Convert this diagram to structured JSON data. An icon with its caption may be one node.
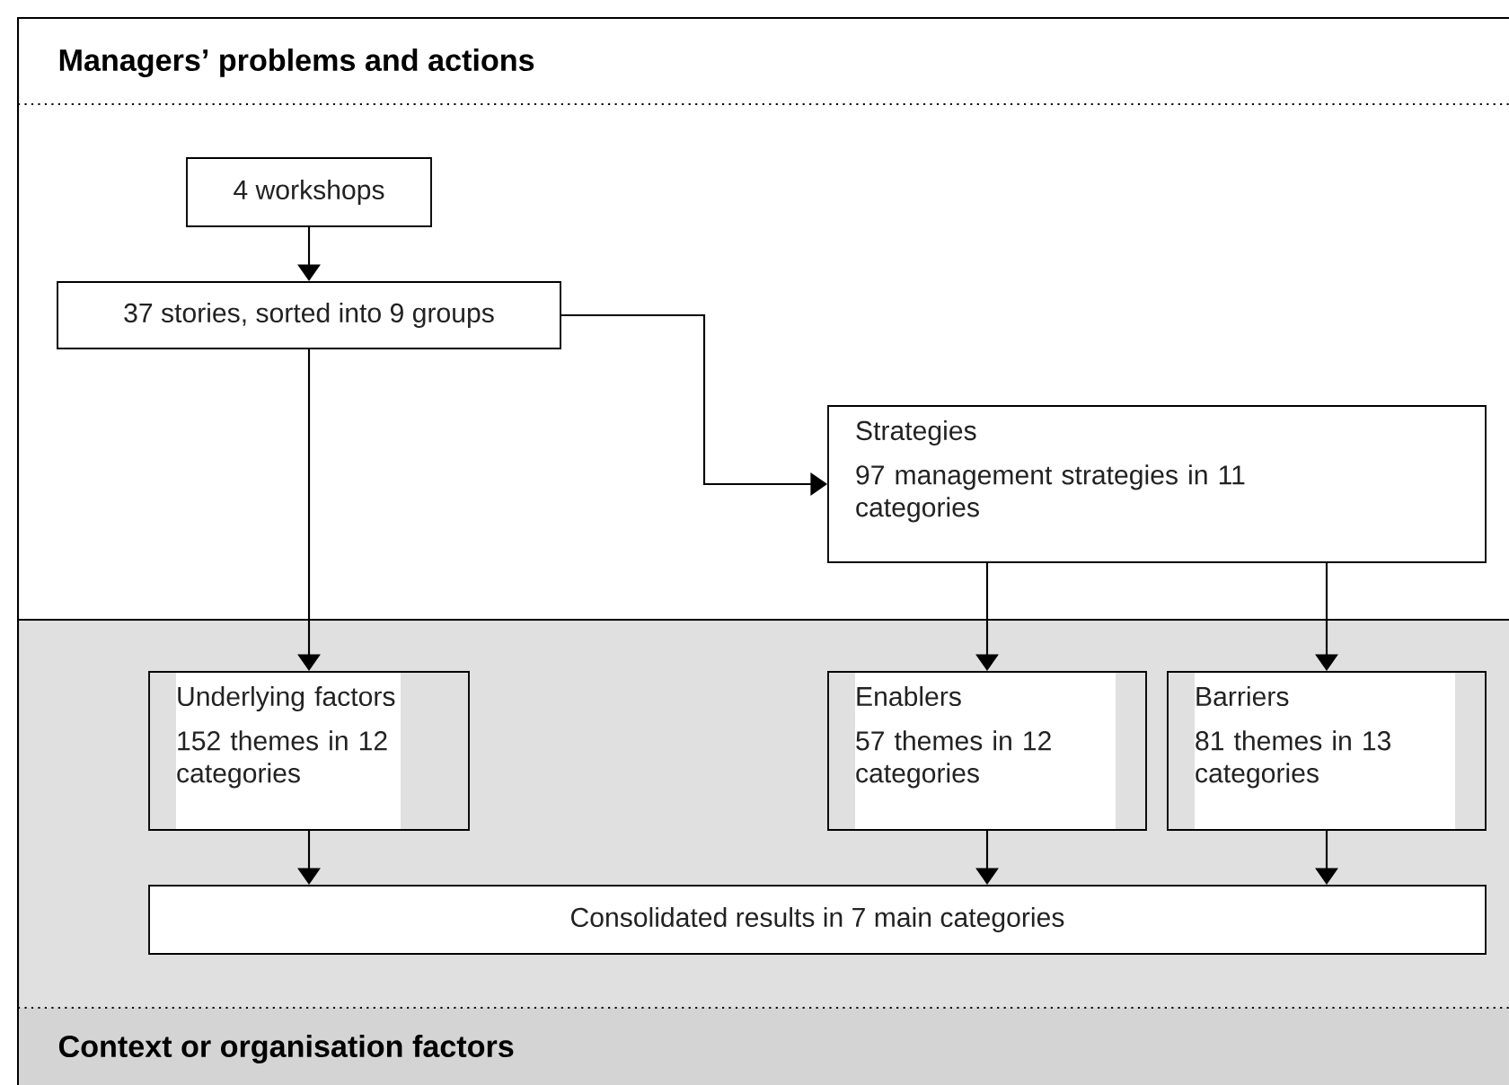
{
  "diagram": {
    "nodes": [
      {
        "text": [
          "Managers’ problems and actions"
        ]
      },
      {
        "text": [
          "4 workshops"
        ],
        "in": 0
      },
      {
        "text": [
          "37 stories, sorted into 9 groups"
        ],
        "in": 0
      },
      {
        "text": [
          "Strategies",
          "97 management strategies in 11 categories"
        ],
        "in": 0
      },
      {
        "text": [
          "Context or organisation factors"
        ]
      },
      {
        "text": [
          "Underlying factors",
          "152 themes in 12 categories"
        ],
        "in": 4
      },
      {
        "text": [
          "Enablers",
          "57 themes in 12 categories"
        ],
        "in": 4
      },
      {
        "text": [
          "Barriers",
          "81 themes in 13 categories"
        ],
        "in": 4
      },
      {
        "text": [
          "Consolidated results in 7 main categories"
        ],
        "in": 4
      }
    ],
    "edges": [
      {
        "from": 1,
        "to": 2,
        "arrow": "to"
      },
      {
        "from": 2,
        "to": 5,
        "arrow": "to"
      },
      {
        "from": 2,
        "to": 3,
        "arrow": "to"
      },
      {
        "from": 3,
        "to": 6,
        "arrow": "to"
      },
      {
        "from": 3,
        "to": 7,
        "arrow": "to"
      },
      {
        "from": 5,
        "to": 8,
        "arrow": "to"
      },
      {
        "from": 6,
        "to": 8,
        "arrow": "to"
      },
      {
        "from": 7,
        "to": 8,
        "arrow": "to"
      }
    ]
  }
}
